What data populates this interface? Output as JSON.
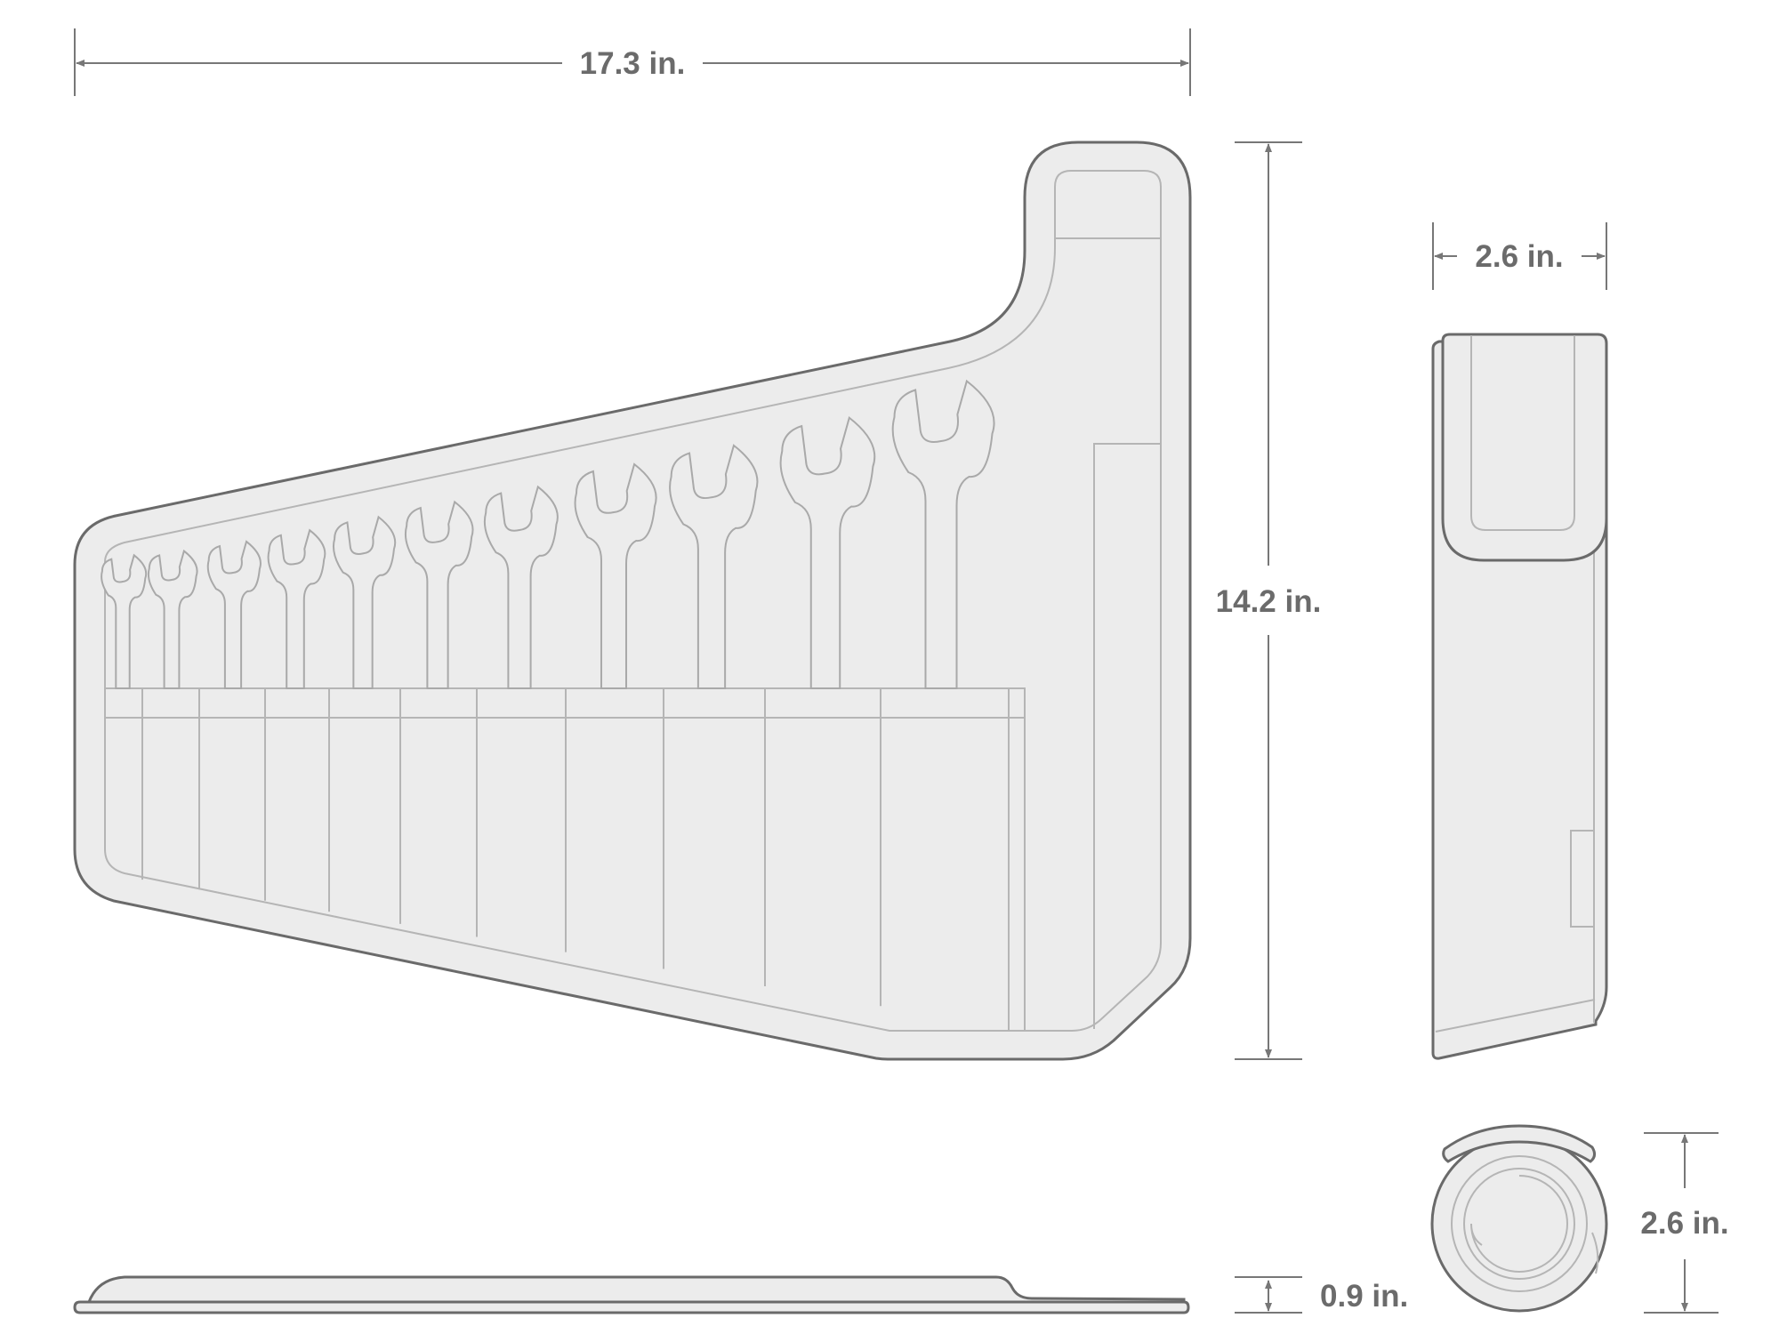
{
  "dimensions": {
    "width": "17.3 in.",
    "height": "14.2 in.",
    "side_width": "2.6 in.",
    "thickness": "0.9 in.",
    "roll_diameter": "2.6 in."
  },
  "views": {
    "front": "wrench-roll-open-view",
    "side": "wrench-roll-folded-side-view",
    "bottom": "wrench-roll-profile-view",
    "roll": "wrench-roll-rolled-view"
  },
  "colors": {
    "outline": "#6a6a6a",
    "fill": "#ececec",
    "text": "#6b6b6b"
  }
}
